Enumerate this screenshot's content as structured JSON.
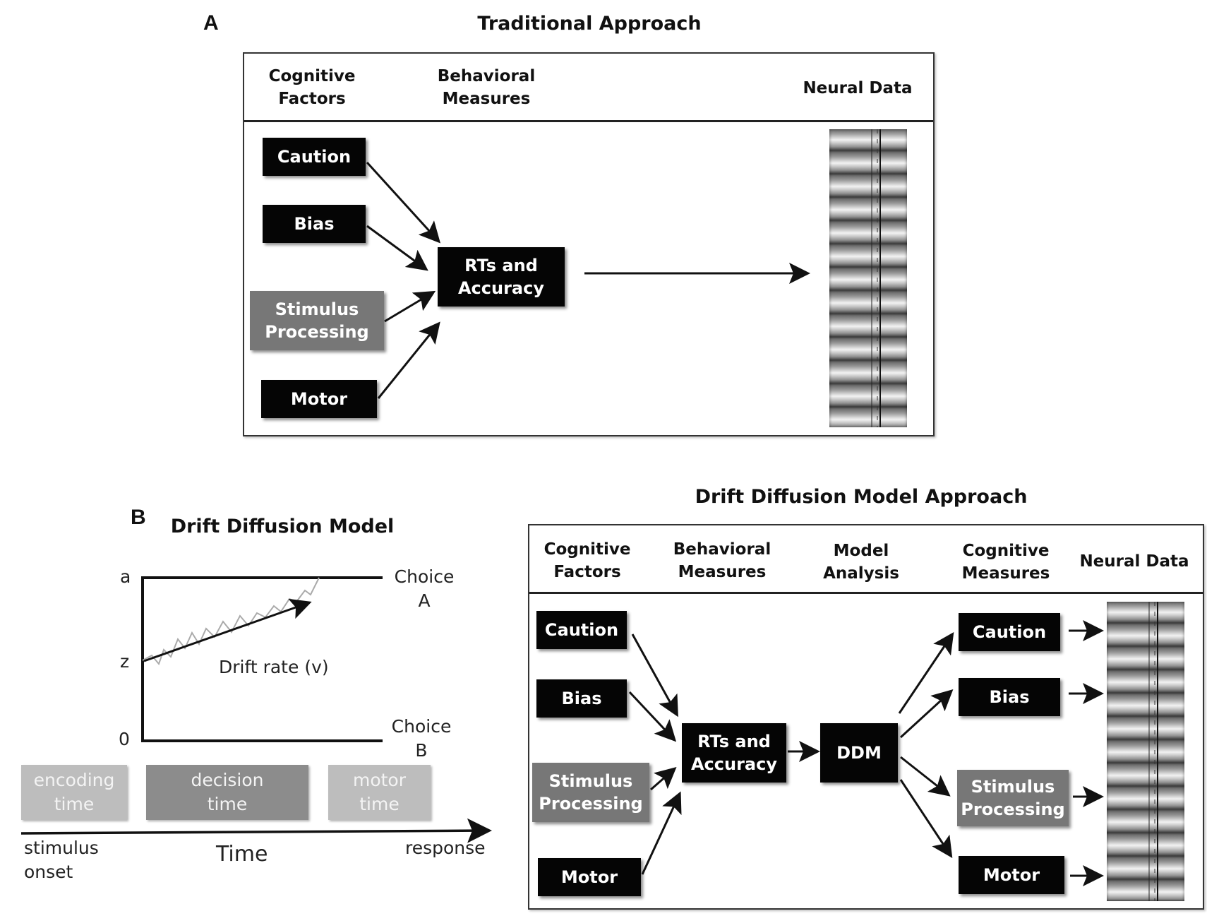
{
  "panel_a": {
    "letter": "A",
    "title": "Traditional Approach",
    "headers": {
      "cognitive_factors": "Cognitive\nFactors",
      "behavioral_measures": "Behavioral\nMeasures",
      "neural_data": "Neural Data"
    },
    "boxes": {
      "caution": "Caution",
      "bias": "Bias",
      "stimulus_processing": "Stimulus\nProcessing",
      "motor": "Motor",
      "rts_accuracy": "RTs and\nAccuracy"
    }
  },
  "panel_b_left": {
    "letter": "B",
    "title": "Drift Diffusion Model",
    "axis_labels": {
      "a": "a",
      "z": "z",
      "zero": "0"
    },
    "choice_a": "Choice\nA",
    "choice_b": "Choice\nB",
    "drift_rate": "Drift rate (v)",
    "phases": {
      "encoding": "encoding\ntime",
      "decision": "decision\ntime",
      "motor": "motor\ntime"
    },
    "timeline": {
      "stimulus_onset": "stimulus\nonset",
      "time": "Time",
      "response": "response"
    }
  },
  "panel_b_right": {
    "title": "Drift Diffusion Model Approach",
    "headers": {
      "cognitive_factors": "Cognitive\nFactors",
      "behavioral_measures": "Behavioral\nMeasures",
      "model_analysis": "Model\nAnalysis",
      "cognitive_measures": "Cognitive\nMeasures",
      "neural_data": "Neural Data"
    },
    "input_boxes": {
      "caution": "Caution",
      "bias": "Bias",
      "stimulus_processing": "Stimulus\nProcessing",
      "motor": "Motor"
    },
    "rts_accuracy": "RTs and\nAccuracy",
    "ddm": "DDM",
    "output_boxes": {
      "caution": "Caution",
      "bias": "Bias",
      "stimulus_processing": "Stimulus\nProcessing",
      "motor": "Motor"
    }
  },
  "colors": {
    "box_black": "#050505",
    "box_grey": "#777777",
    "phase_light": "#bdbdbd",
    "phase_dark": "#8c8c8c"
  }
}
